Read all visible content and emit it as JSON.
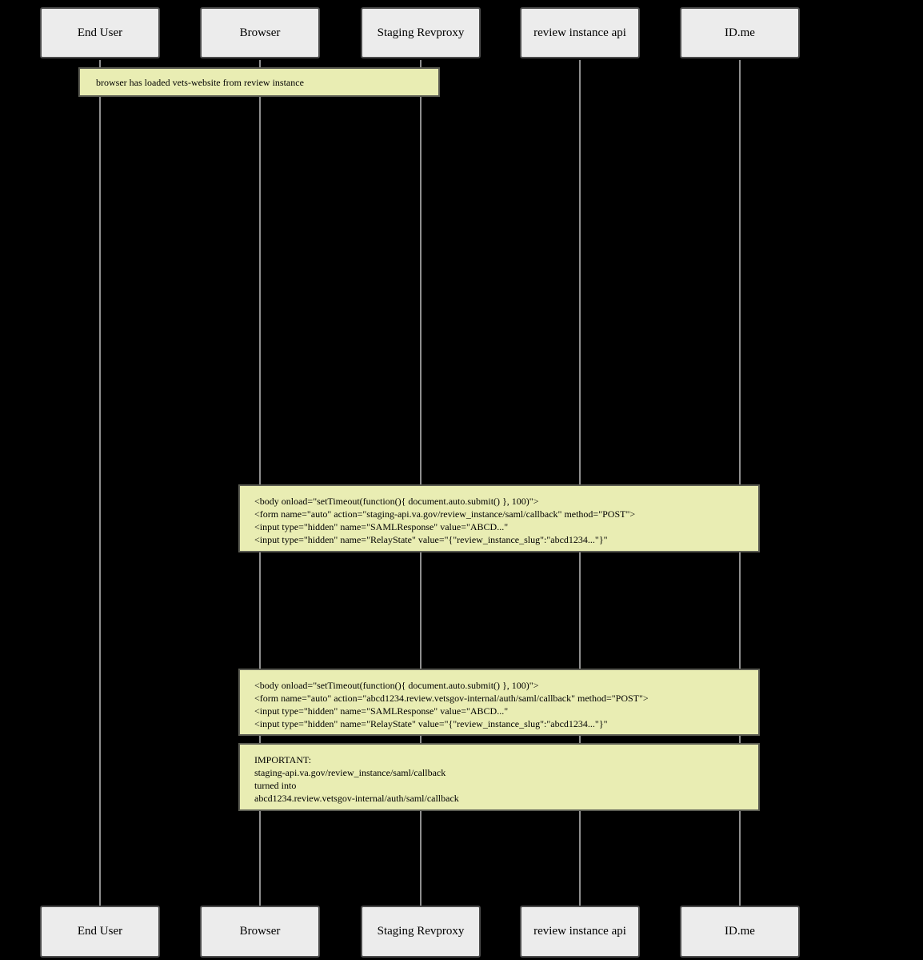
{
  "diagram": {
    "kind": "sequence-diagram",
    "background_color": "#000000",
    "lifeline_color": "#8f8f8f",
    "actor_box_fill": "#ececec",
    "actor_box_border": "#4b4b4b",
    "note_fill": "#e9edb3",
    "note_border": "#5b5c52",
    "actors": [
      {
        "id": "end-user",
        "label": "End User"
      },
      {
        "id": "browser",
        "label": "Browser"
      },
      {
        "id": "staging-revproxy",
        "label": "Staging Revproxy"
      },
      {
        "id": "review-instance-api",
        "label": "review instance api"
      },
      {
        "id": "idme",
        "label": "ID.me"
      }
    ],
    "notes": [
      {
        "id": "note-1",
        "lines": [
          "browser has loaded vets-website from review instance"
        ]
      },
      {
        "id": "note-2",
        "lines": [
          "<body onload=\"setTimeout(function(){ document.auto.submit() }, 100)\">",
          "<form name=\"auto\" action=\"staging-api.va.gov/review_instance/saml/callback\" method=\"POST\">",
          "<input type=\"hidden\" name=\"SAMLResponse\" value=\"ABCD...\"",
          "<input type=\"hidden\" name=\"RelayState\" value=\"{\"review_instance_slug\":\"abcd1234...\"}\""
        ]
      },
      {
        "id": "note-3",
        "lines": [
          "<body onload=\"setTimeout(function(){ document.auto.submit() }, 100)\">",
          "<form name=\"auto\" action=\"abcd1234.review.vetsgov-internal/auth/saml/callback\" method=\"POST\">",
          "<input type=\"hidden\" name=\"SAMLResponse\" value=\"ABCD...\"",
          "<input type=\"hidden\" name=\"RelayState\" value=\"{\"review_instance_slug\":\"abcd1234...\"}\""
        ]
      },
      {
        "id": "note-4",
        "lines": [
          "IMPORTANT:",
          "staging-api.va.gov/review_instance/saml/callback",
          "turned into",
          "abcd1234.review.vetsgov-internal/auth/saml/callback"
        ]
      }
    ]
  }
}
